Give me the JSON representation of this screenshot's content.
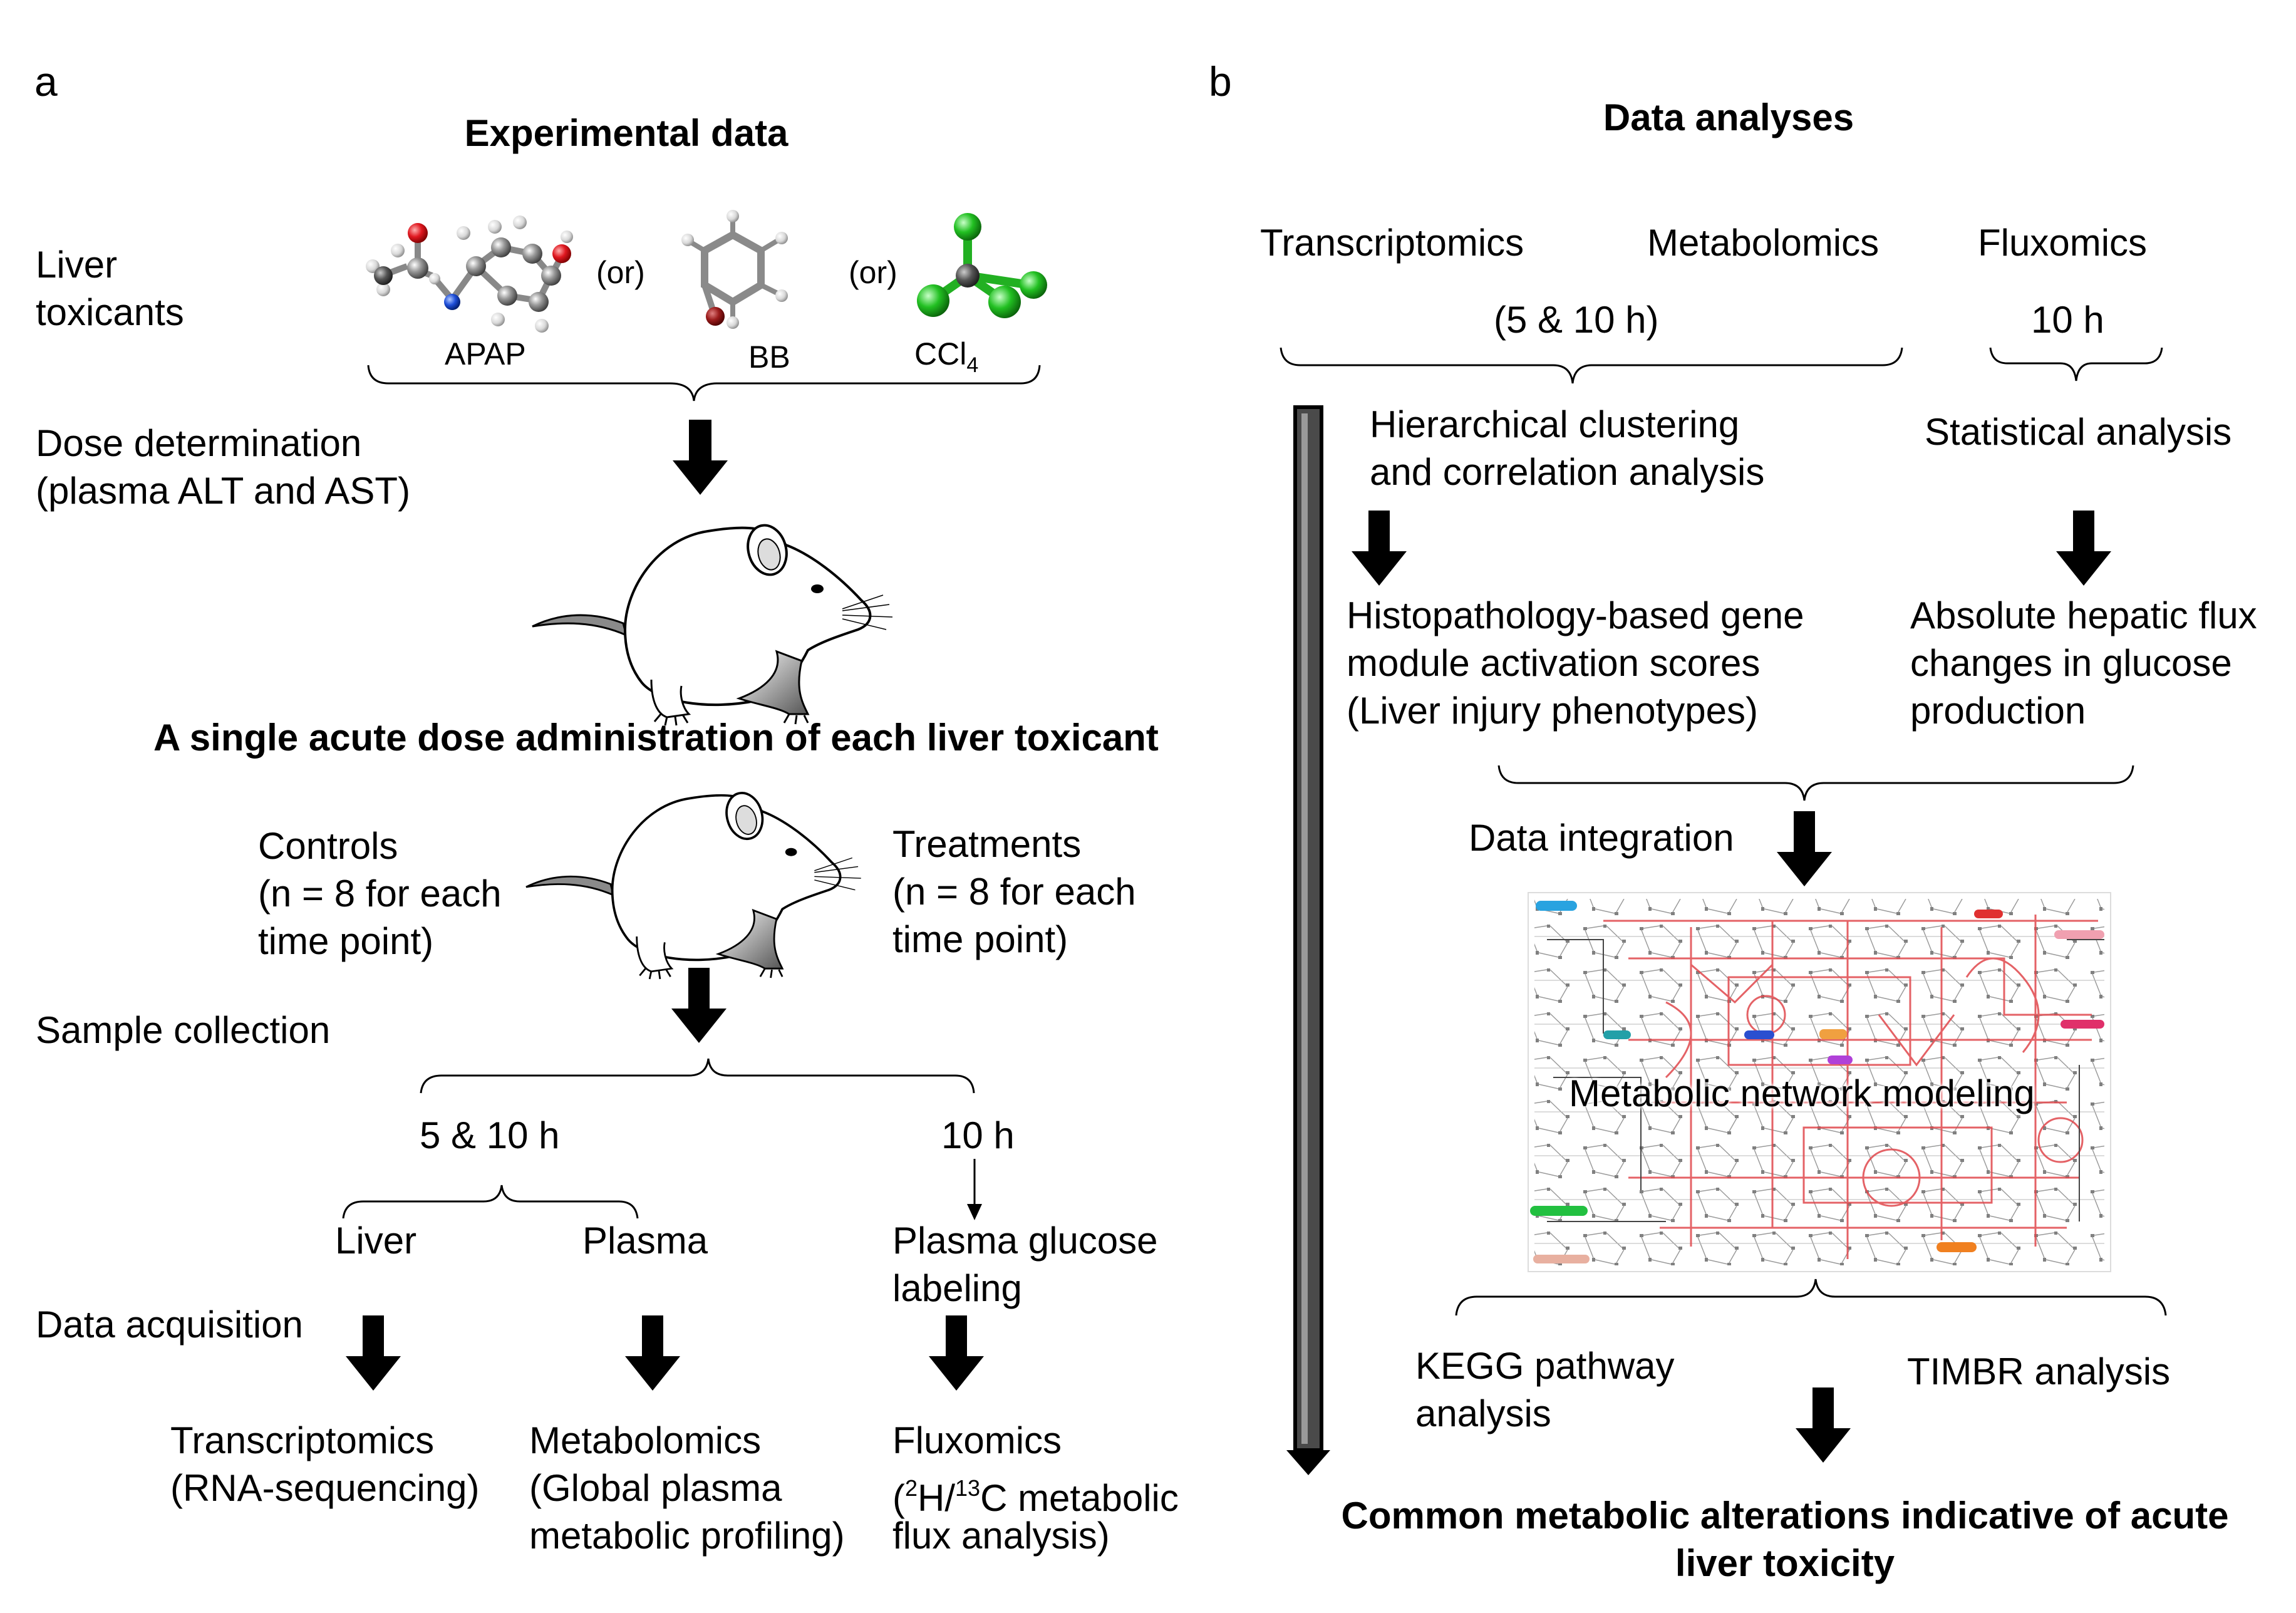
{
  "panel_a": {
    "letter": "a",
    "title": "Experimental data",
    "liver_toxicants": "Liver\ntoxicants",
    "or": "(or)",
    "apap": "APAP",
    "bb": "BB",
    "ccl4_main": "CCl",
    "ccl4_sub": "4",
    "dose_determination": "Dose determination\n(plasma ALT and AST)",
    "single_dose": "A single acute dose administration of each liver toxicant",
    "controls": "Controls\n(n = 8 for each\ntime point)",
    "treatments": "Treatments\n(n = 8 for each\ntime point)",
    "sample_collection": "Sample collection",
    "time_5_10": "5 & 10 h",
    "time_10": "10 h",
    "liver": "Liver",
    "plasma": "Plasma",
    "plasma_glucose": "Plasma glucose\nlabeling",
    "data_acquisition": "Data acquisition",
    "transcriptomics": "Transcriptomics\n(RNA-sequencing)",
    "metabolomics": "Metabolomics\n(Global plasma\nmetabolic profiling)",
    "fluxomics_title": "Fluxomics",
    "fluxomics_paren": "(",
    "fluxomics_sup1": "2",
    "fluxomics_h": "H/",
    "fluxomics_sup2": "13",
    "fluxomics_c": "C metabolic",
    "fluxomics_line3": "flux analysis)"
  },
  "panel_b": {
    "letter": "b",
    "title": "Data analyses",
    "transcriptomics": "Transcriptomics",
    "metabolomics": "Metabolomics",
    "fluxomics": "Fluxomics",
    "time_5_10": "(5 & 10 h)",
    "time_10": "10 h",
    "hierarchical": "Hierarchical clustering\nand correlation analysis",
    "statistical": "Statistical analysis",
    "histopathology": "Histopathology-based gene\nmodule activation scores\n(Liver injury phenotypes)",
    "absolute_flux": "Absolute hepatic flux\nchanges in glucose\nproduction",
    "data_integration": "Data integration",
    "network_label": "Metabolic network modeling",
    "kegg": "KEGG pathway\nanalysis",
    "timbr": "TIMBR analysis",
    "conclusion": "Common metabolic alterations indicative of acute\nliver toxicity"
  },
  "colors": {
    "oxygen": "#d9181f",
    "nitrogen": "#1f4fd9",
    "carbon": "#7a7a7a",
    "hydrogen": "#d8d8d8",
    "bromine": "#9b1c1c",
    "chlorine": "#22c022",
    "network_lines": "#e0474c",
    "network_gray": "#5a5a5a"
  }
}
